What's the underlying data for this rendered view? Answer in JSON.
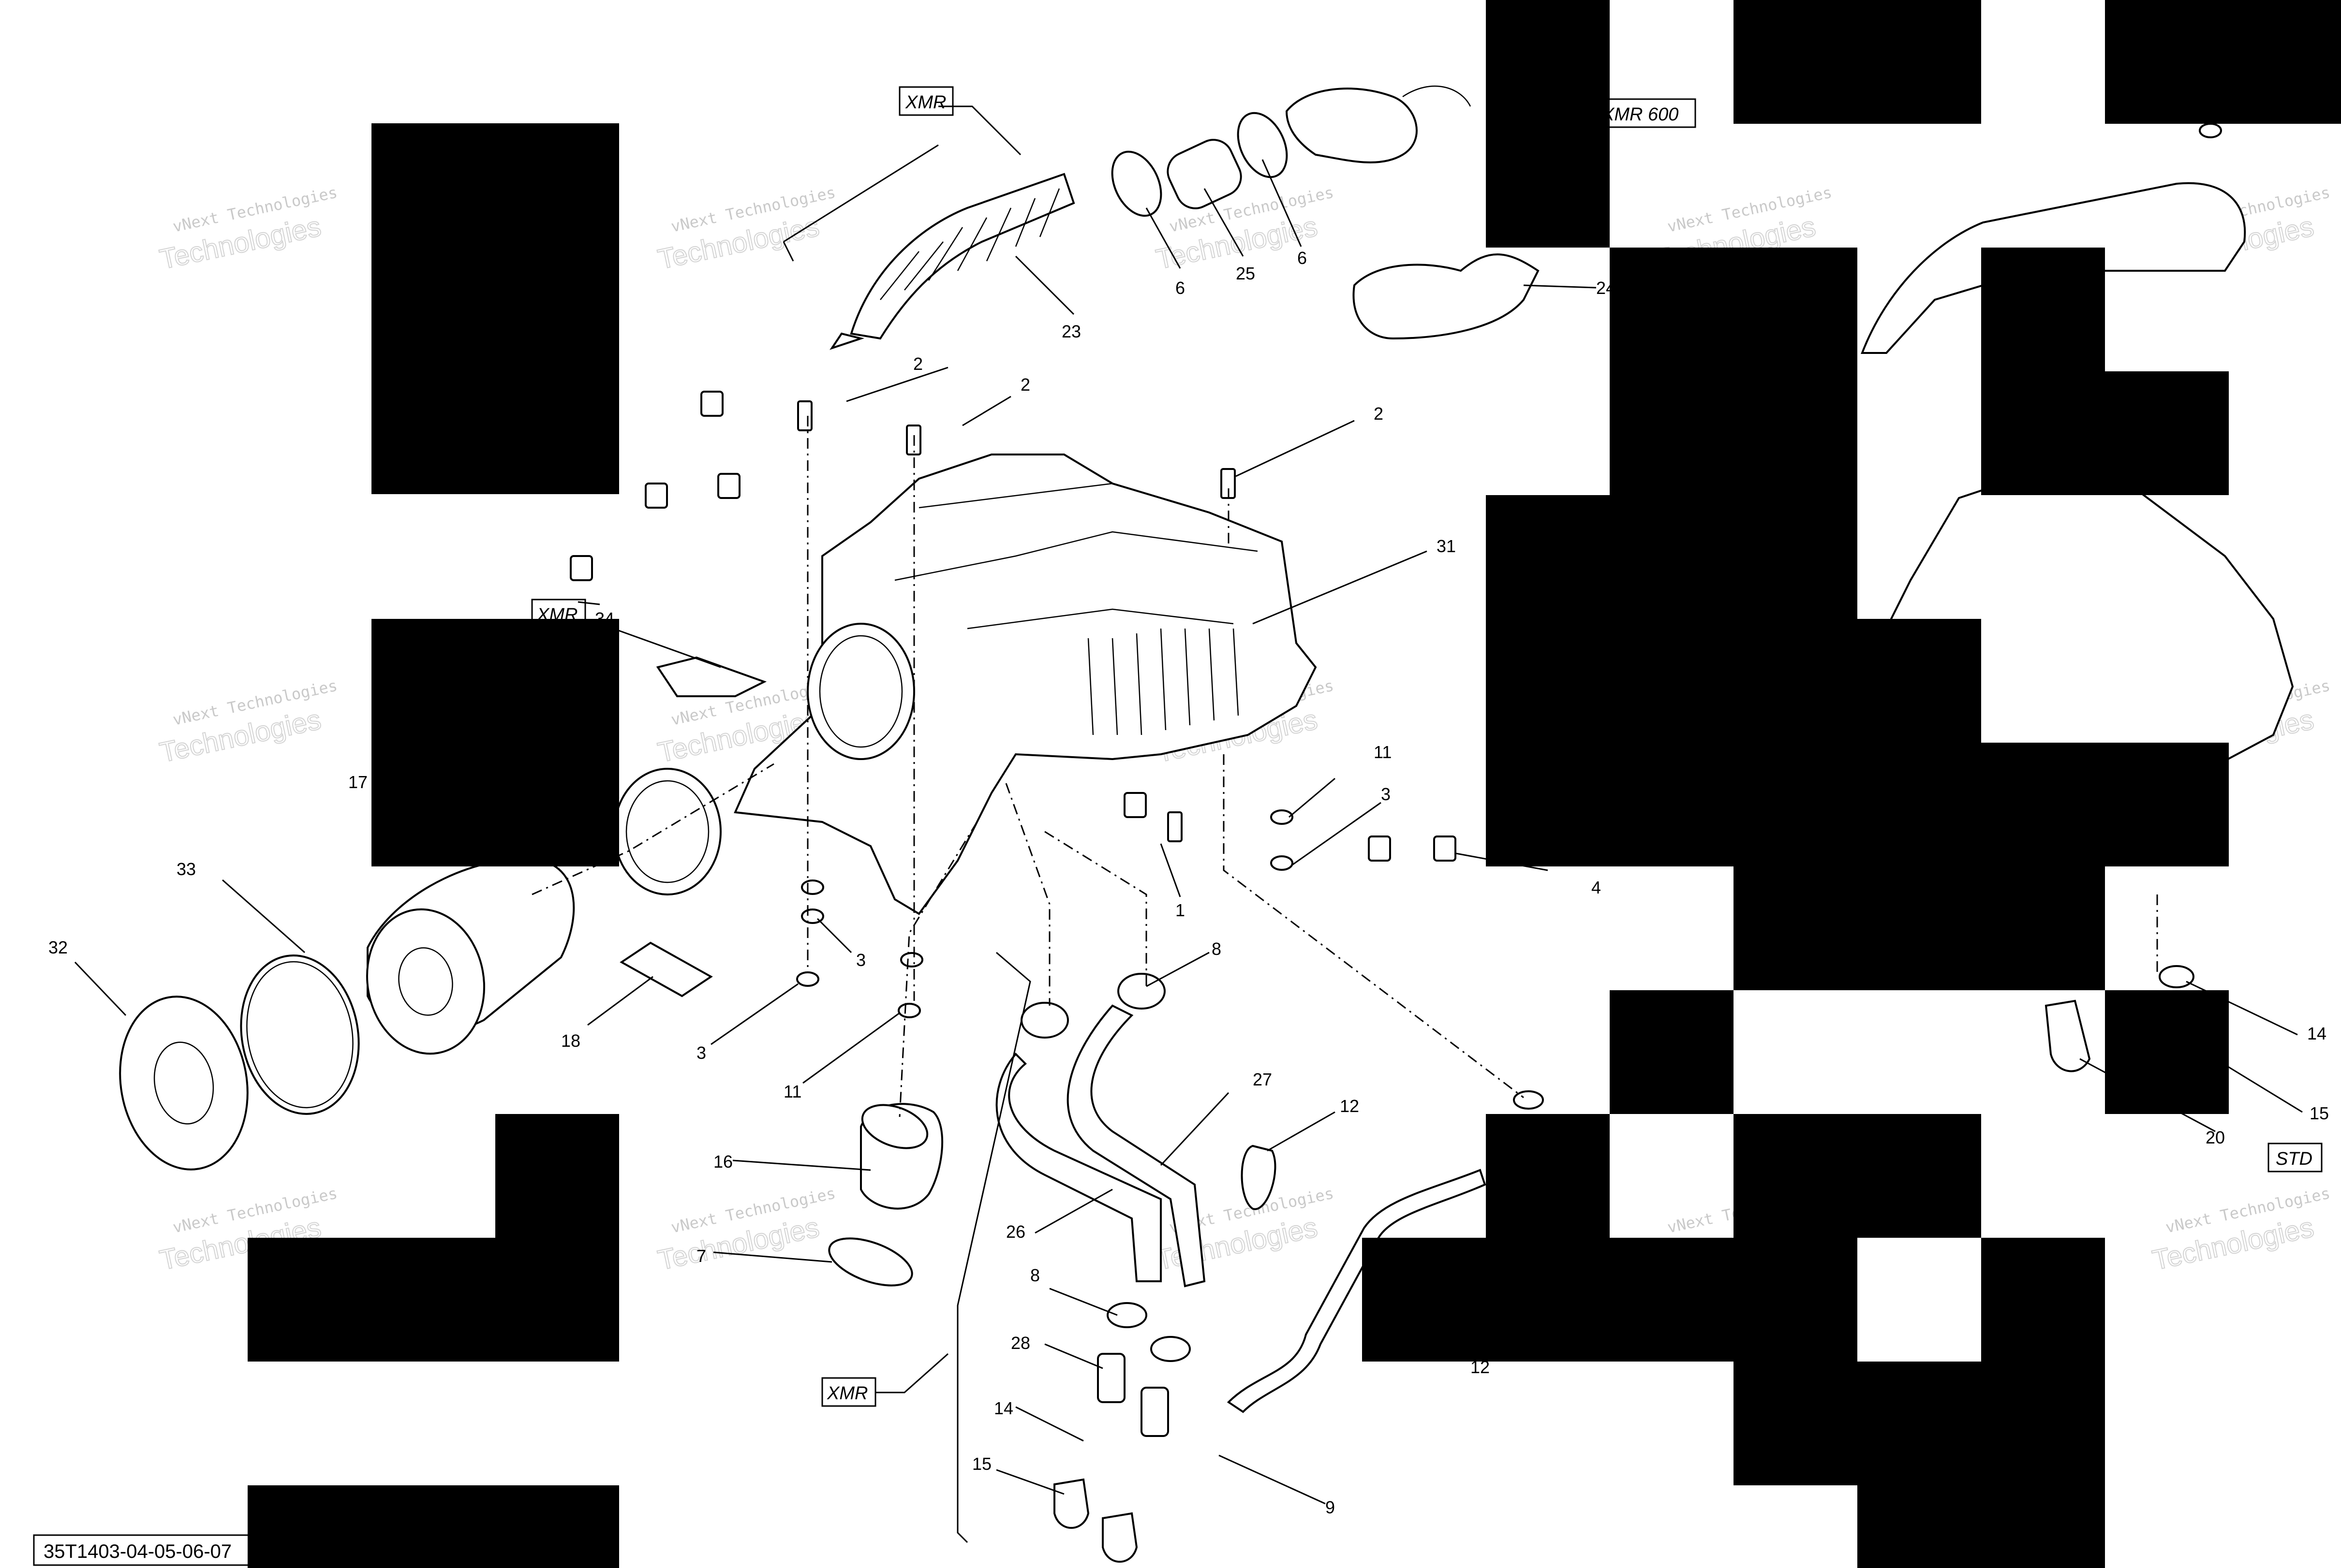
{
  "watermark": {
    "line1": "vNext Technologies",
    "line2": "Technologies"
  },
  "variant_tags": [
    "XMR",
    "XMR 600",
    "XMR",
    "XMR",
    "STD"
  ],
  "diagram_code": "35T1403-04-05-06-07",
  "callouts": [
    "23",
    "6",
    "25",
    "6",
    "24",
    "2",
    "2",
    "2",
    "31",
    "34",
    "17",
    "33",
    "32",
    "18",
    "11",
    "3",
    "3",
    "11",
    "3",
    "1",
    "4",
    "8",
    "27",
    "12",
    "16",
    "7",
    "26",
    "8",
    "28",
    "14",
    "15",
    "9",
    "12",
    "14",
    "15",
    "20"
  ]
}
